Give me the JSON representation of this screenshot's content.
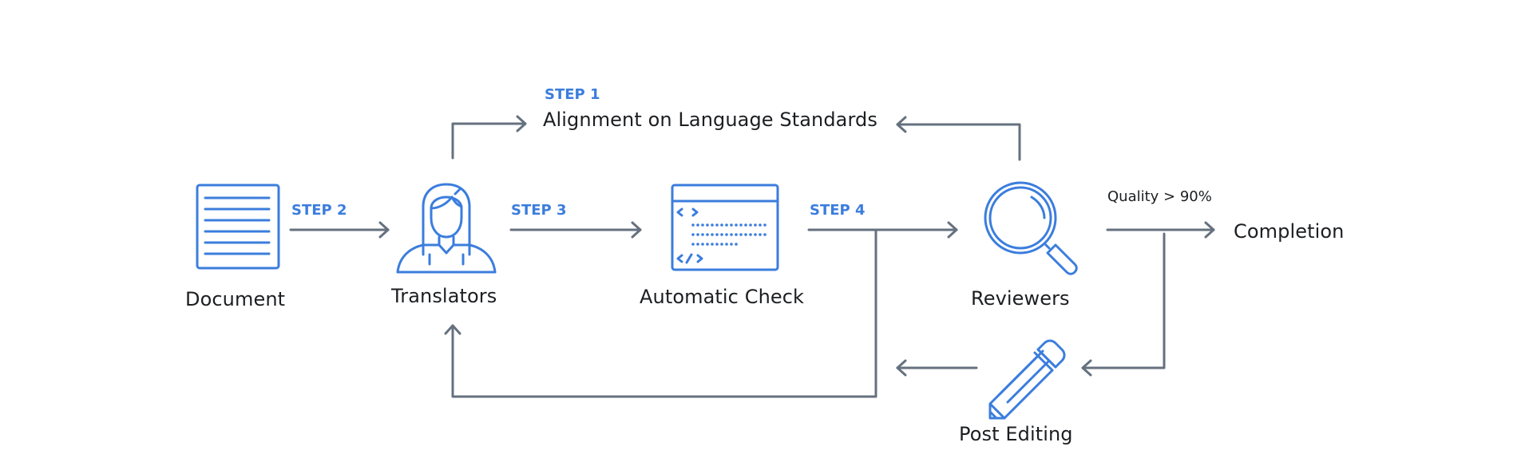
{
  "colors": {
    "accent": "#3b7ddd",
    "connector": "#66717f",
    "text": "#1c1e21"
  },
  "steps": {
    "step1": "STEP 1",
    "step2": "STEP 2",
    "step3": "STEP 3",
    "step4": "STEP 4"
  },
  "nodes": {
    "document": "Document",
    "translators": "Translators",
    "automatic_check": "Automatic Check",
    "reviewers": "Reviewers",
    "completion": "Completion",
    "post_editing": "Post Editing",
    "alignment": "Alignment on Language Standards"
  },
  "conditions": {
    "quality": "Quality > 90%"
  },
  "icons": {
    "document": "document-icon",
    "translators": "person-icon",
    "automatic_check": "code-window-icon",
    "reviewers": "magnifier-icon",
    "post_editing": "pencil-icon"
  }
}
